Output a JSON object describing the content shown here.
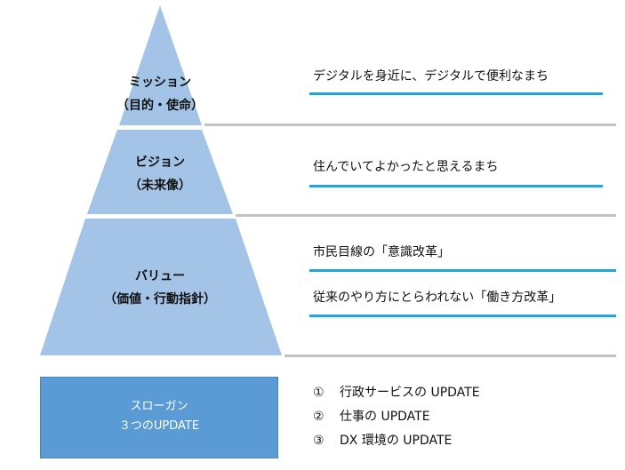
{
  "pyramid": {
    "mission": {
      "title": "ミッション",
      "subtitle": "（目的・使命）",
      "statement": "デジタルを身近に、デジタルで便利なまち"
    },
    "vision": {
      "title": "ビジョン",
      "subtitle": "（未来像）",
      "statement": "住んでいてよかったと思えるまち"
    },
    "values": {
      "title": "バリュー",
      "subtitle": "（価値・行動指針）",
      "statements": [
        "市民目線の「意識改革」",
        "従来のやり方にとらわれない「働き方改革」"
      ]
    }
  },
  "slogan": {
    "title": "スローガン",
    "subtitle": "３つのUPDATE",
    "items": [
      {
        "num": "①",
        "text": "行政サービスの UPDATE"
      },
      {
        "num": "②",
        "text": "仕事の UPDATE"
      },
      {
        "num": "③",
        "text": "DX 環境の UPDATE"
      }
    ]
  },
  "colors": {
    "pyramid_fill": "#a3c4e6",
    "slogan_fill": "#5a9bd5",
    "accent_line": "#1ea6d8",
    "divider_line": "#c2c2c2"
  }
}
